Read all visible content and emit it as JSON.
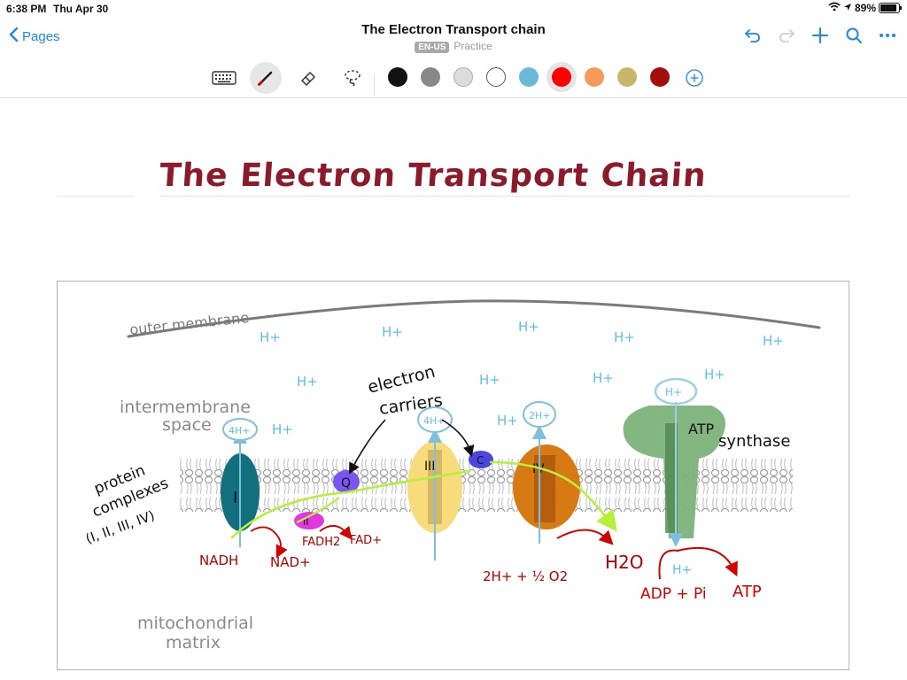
{
  "status": {
    "time": "6:38 PM",
    "date": "Thu Apr 30",
    "battery": "89%",
    "battery_level": 0.89
  },
  "nav": {
    "back_label": "Pages",
    "title": "The Electron Transport chain",
    "lang": "EN-US",
    "subtitle": "Practice"
  },
  "toolbar": {
    "tools": [
      "keyboard-icon",
      "pen-icon",
      "eraser-icon",
      "lasso-icon"
    ],
    "colors": [
      "#111111",
      "#888888",
      "#dcdcdc",
      "#ffffff",
      "#6bb8d8",
      "#ff0000",
      "#f59a5a",
      "#c9b56a",
      "#a40d0d"
    ],
    "selected_color": "#ff0000",
    "active_tool": "pen"
  },
  "note": {
    "heading": "The Electron Transport Chain",
    "labels": {
      "outer_membrane": "outer membrane",
      "intermembrane_line1": "intermembrane",
      "intermembrane_line2": "space",
      "protein_line1": "protein",
      "protein_line2": "complexes",
      "protein_line3": "(I, II, III, IV)",
      "carriers_line1": "electron",
      "carriers_line2": "carriers",
      "atp_synthase_1": "ATP",
      "atp_synthase_2": "synthase",
      "matrix_line1": "mitochondrial",
      "matrix_line2": "matrix",
      "complex_1": "I",
      "complex_2": "II",
      "complex_3": "III",
      "complex_4": "IV",
      "carrier_q": "Q",
      "carrier_c": "C",
      "pump_1": "4H+",
      "pump_3": "4H+",
      "pump_4": "2H+",
      "pump_synth": "H+",
      "h_plus": "H+",
      "nadh": "NADH",
      "nad": "NAD+",
      "fadh2": "FADH2",
      "fad": "FAD+",
      "water_lhs": "2H+ + ½ O2",
      "water": "H2O",
      "h_matrix": "H+",
      "adp": "ADP + Pi",
      "atp": "ATP"
    }
  }
}
